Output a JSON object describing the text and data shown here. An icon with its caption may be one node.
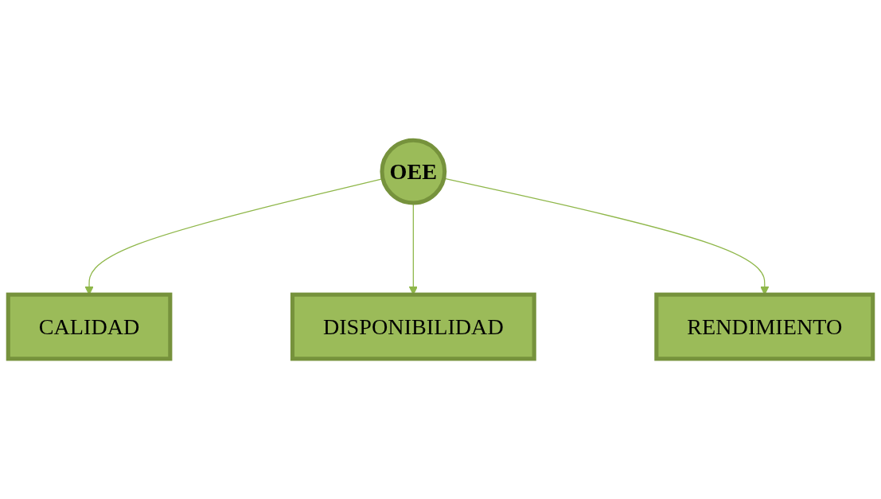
{
  "diagram": {
    "nodes": [
      {
        "text": [
          "CALIDAD"
        ]
      },
      {
        "text": [
          "OEE"
        ]
      },
      {
        "text": [
          "DISPONIBILIDAD"
        ]
      },
      {
        "text": [
          "RENDIMIENTO"
        ]
      }
    ],
    "edges": [
      {
        "from": 1,
        "to": 0,
        "arrow": "to"
      },
      {
        "from": 1,
        "to": 2,
        "arrow": "to"
      },
      {
        "from": 1,
        "to": 3,
        "arrow": "to"
      }
    ]
  }
}
